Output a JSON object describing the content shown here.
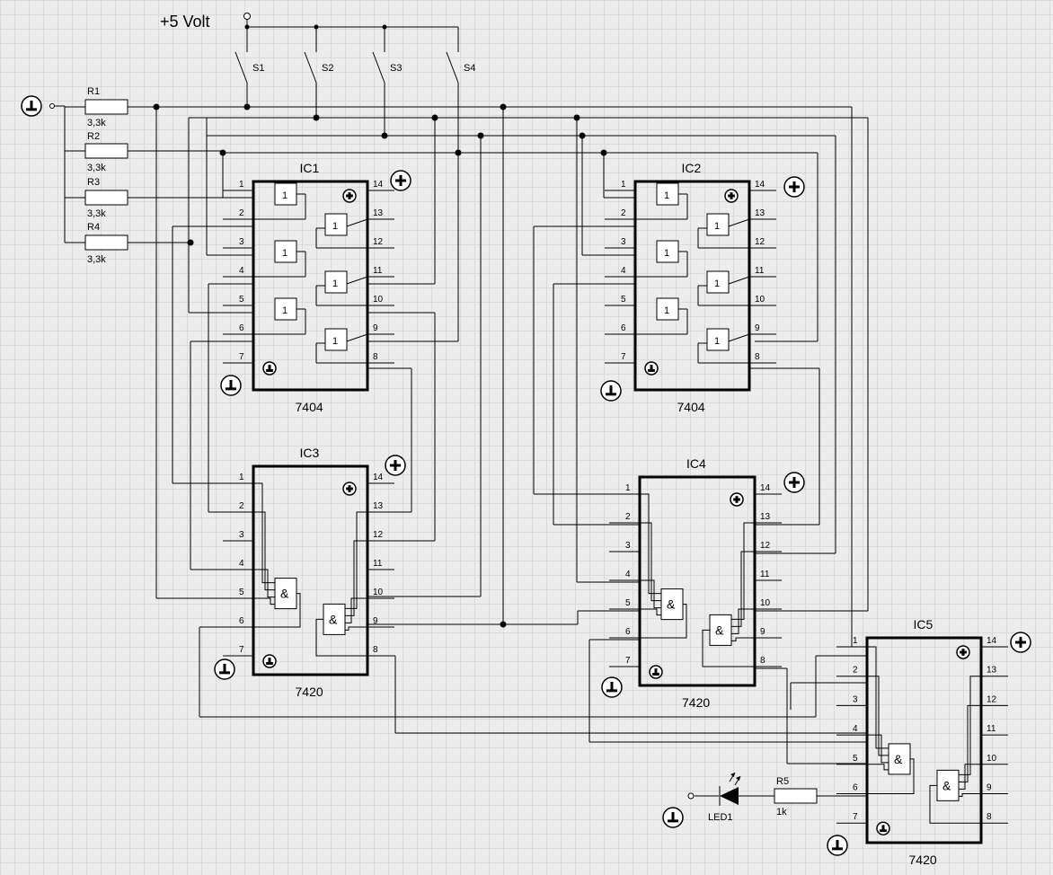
{
  "supply_label": "+5 Volt",
  "switches": [
    "S1",
    "S2",
    "S3",
    "S4"
  ],
  "resistors": [
    {
      "name": "R1",
      "value": "3,3k"
    },
    {
      "name": "R2",
      "value": "3,3k"
    },
    {
      "name": "R3",
      "value": "3,3k"
    },
    {
      "name": "R4",
      "value": "3,3k"
    },
    {
      "name": "R5",
      "value": "1k"
    }
  ],
  "led": "LED1",
  "chips": [
    {
      "name": "IC1",
      "type": "7404"
    },
    {
      "name": "IC2",
      "type": "7404"
    },
    {
      "name": "IC3",
      "type": "7420"
    },
    {
      "name": "IC4",
      "type": "7420"
    },
    {
      "name": "IC5",
      "type": "7420"
    }
  ],
  "pins_left": [
    "1",
    "2",
    "3",
    "4",
    "5",
    "6",
    "7"
  ],
  "pins_right": [
    "14",
    "13",
    "12",
    "11",
    "10",
    "9",
    "8"
  ],
  "gate_symbols": {
    "inverter": "1",
    "nand": "&"
  },
  "icons": [
    "ground-icon",
    "plus-supply-icon",
    "vcc-pin-icon",
    "gnd-pin-icon",
    "led-icon",
    "switch-icon",
    "resistor-icon"
  ]
}
